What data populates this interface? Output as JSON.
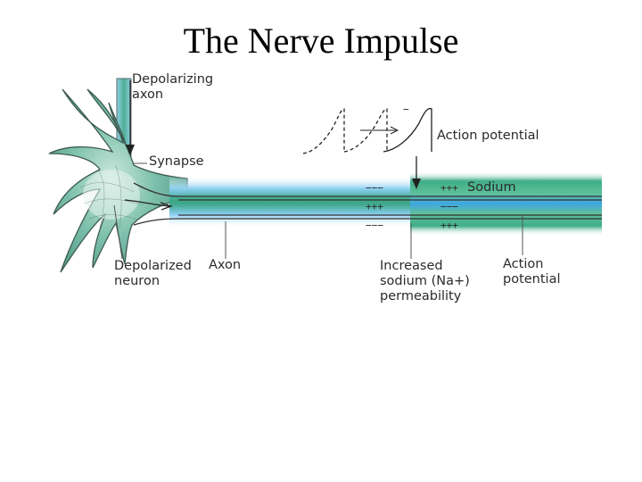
{
  "title": "The Nerve Impulse",
  "diagram": {
    "labels": {
      "depolarizing_axon_1": "Depolarizing",
      "depolarizing_axon_2": "axon",
      "synapse": "Synapse",
      "depolarized_neuron_1": "Depolarized",
      "depolarized_neuron_2": "neuron",
      "axon": "Axon",
      "action_potential_graph": "Action potential",
      "sodium": "Sodium",
      "increased_1": "Increased",
      "increased_2": "sodium (Na+)",
      "increased_3": "permeability",
      "action_potential_1": "Action",
      "action_potential_2": "potential"
    },
    "signs": {
      "left_top": "−−−",
      "left_mid": "+++",
      "left_bot": "−−−",
      "right_top": "+++",
      "right_mid": "−−−",
      "right_bot": "+++",
      "graph_minus": "−"
    },
    "colors": {
      "cytoplasm_teal": "#3fa88a",
      "membrane_blue": "#4aa7e0",
      "outline": "#333333"
    }
  }
}
